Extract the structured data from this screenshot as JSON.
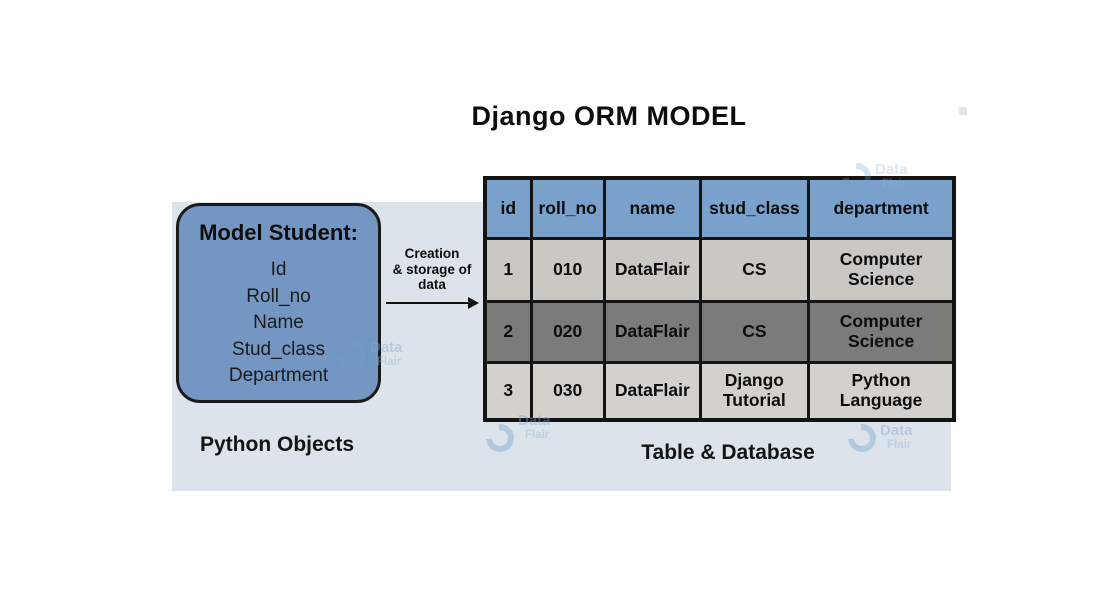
{
  "title": "Django ORM MODEL",
  "model_box": {
    "title": "Model Student:",
    "fields": [
      "Id",
      "Roll_no",
      "Name",
      "Stud_class",
      "Department"
    ],
    "caption": "Python Objects"
  },
  "arrow": {
    "label_lines": [
      "Creation",
      "& storage of",
      "data"
    ]
  },
  "table": {
    "caption": "Table & Database",
    "columns": [
      "id",
      "roll_no",
      "name",
      "stud_class",
      "department"
    ],
    "rows": [
      [
        "1",
        "010",
        "DataFlair",
        "CS",
        "Computer Science"
      ],
      [
        "2",
        "020",
        "DataFlair",
        "CS",
        "Computer Science"
      ],
      [
        "3",
        "030",
        "DataFlair",
        "Django Tutorial",
        "Python Language"
      ]
    ]
  },
  "watermark": {
    "line1": "Data",
    "line2": "Flair"
  },
  "colors": {
    "panel_background": "#dce3eb",
    "model_box_blue": "#7496c3",
    "table_header_blue": "#79a1cc",
    "row_light_gray": "#c9c8c3",
    "row_dark_gray": "#7b7b77",
    "row_light_gray_2": "#d2d1cb",
    "border_black": "#141414",
    "watermark_blue": "#7fa8cc"
  }
}
